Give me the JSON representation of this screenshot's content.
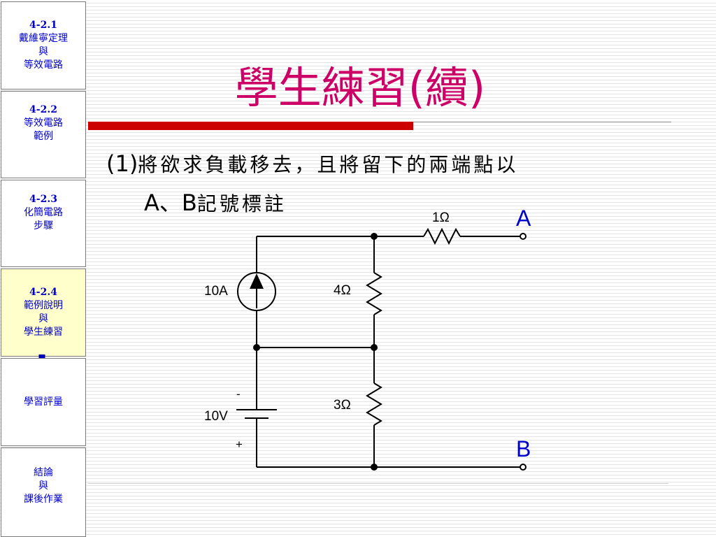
{
  "sidebar": {
    "items": [
      {
        "code": "4-2.1",
        "lines": [
          "戴維寧定理",
          "與",
          "等效電路"
        ],
        "active": false
      },
      {
        "code": "4-2.2",
        "lines": [
          "等效電路",
          "範例"
        ],
        "active": false
      },
      {
        "code": "4-2.3",
        "lines": [
          "化簡電路",
          "步驟"
        ],
        "active": false
      },
      {
        "code": "4-2.4",
        "lines": [
          "範例說明",
          "與",
          "學生練習"
        ],
        "active": true
      },
      {
        "code": "",
        "lines": [
          "學習評量"
        ],
        "active": false
      },
      {
        "code": "",
        "lines": [
          "結論",
          "與",
          "課後作業"
        ],
        "active": false
      }
    ]
  },
  "slide": {
    "title": "學生練習(續)",
    "step_number": "(1)",
    "line1_text": "將欲求負載移去，且將留下的兩端點以",
    "terminal_pair": "A、B",
    "line2_text": "記號標註"
  },
  "circuit": {
    "current_source_label": "10A",
    "voltage_source_label": "10V",
    "voltage_minus": "-",
    "voltage_plus": "+",
    "resistor_top_label": "1Ω",
    "resistor_mid_label": "4Ω",
    "resistor_bottom_label": "3Ω",
    "terminal_a": "A",
    "terminal_b": "B"
  },
  "colors": {
    "title": "#cc0066",
    "nav_text": "#0000cc",
    "active_nav_bg": "#ffffcc",
    "red_bar": "#cc0000",
    "terminal_text": "#0000cc"
  },
  "icons": {
    "nav_marker": "down-arrow-icon"
  }
}
